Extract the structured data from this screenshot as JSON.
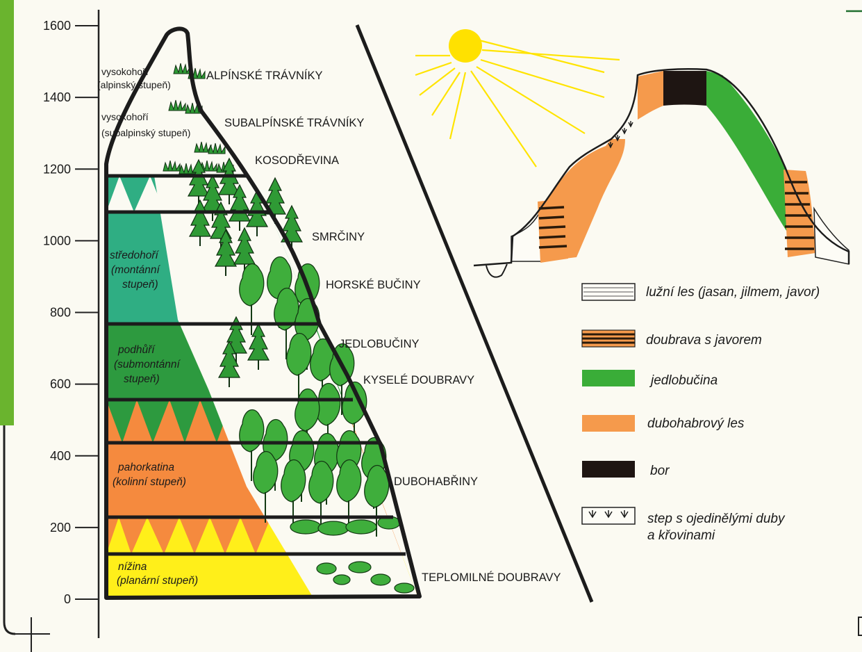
{
  "y_axis": {
    "ticks": [
      "0",
      "200",
      "400",
      "600",
      "800",
      "1000",
      "1200",
      "1400",
      "1600"
    ]
  },
  "zones": {
    "alpine": [
      "vysokohoří",
      "(alpinský stupeň)"
    ],
    "subalpine": [
      "vysokohoří",
      "(subalpinský stupeň)"
    ],
    "montane": [
      "středohoří",
      "(montánní",
      "stupeň)"
    ],
    "submontane": [
      "podhůří",
      "(submontánní",
      "stupeň)"
    ],
    "colline": [
      "pahorkatina",
      "(kolinní stupeň)"
    ],
    "planar": [
      "nížina",
      "(planární stupeň)"
    ]
  },
  "vegetation": {
    "alpine_meadows": "ALPÍNSKÉ TRÁVNÍKY",
    "subalpine_meadows": "SUBALPÍNSKÉ TRÁVNÍKY",
    "dwarf_pine": "KOSODŘEVINA",
    "spruce": "SMRČINY",
    "mountain_beech": "HORSKÉ BUČINY",
    "fir_beech": "JEDLOBUČINY",
    "acid_oak": "KYSELÉ DOUBRAVY",
    "oak_hornbeam": "DUBOHABŘINY",
    "thermophilous_oak": "TEPLOMILNÉ DOUBRAVY"
  },
  "legend": [
    {
      "label": "lužní les (jasan, jilmem, javor)",
      "swatch": "floodplain"
    },
    {
      "label": "doubrava s javorem",
      "swatch": "oak-maple"
    },
    {
      "label": "jedlobučina",
      "swatch": "fir-beech"
    },
    {
      "label": "dubohabrový les",
      "swatch": "oak-hornbeam"
    },
    {
      "label": "bor",
      "swatch": "pine"
    },
    {
      "label": "step s ojedinělými duby",
      "label2": "a křovinami",
      "swatch": "steppe"
    }
  ],
  "colors": {
    "accent_green": "#69b52d",
    "montane": "#2fae83",
    "submontane": "#2d9a3f",
    "colline": "#f58a3e",
    "planar": "#ffef1a",
    "forest": "#3aa53a",
    "orange": "#f59a4c",
    "pine": "#1e1512",
    "sun": "#ffe100"
  }
}
